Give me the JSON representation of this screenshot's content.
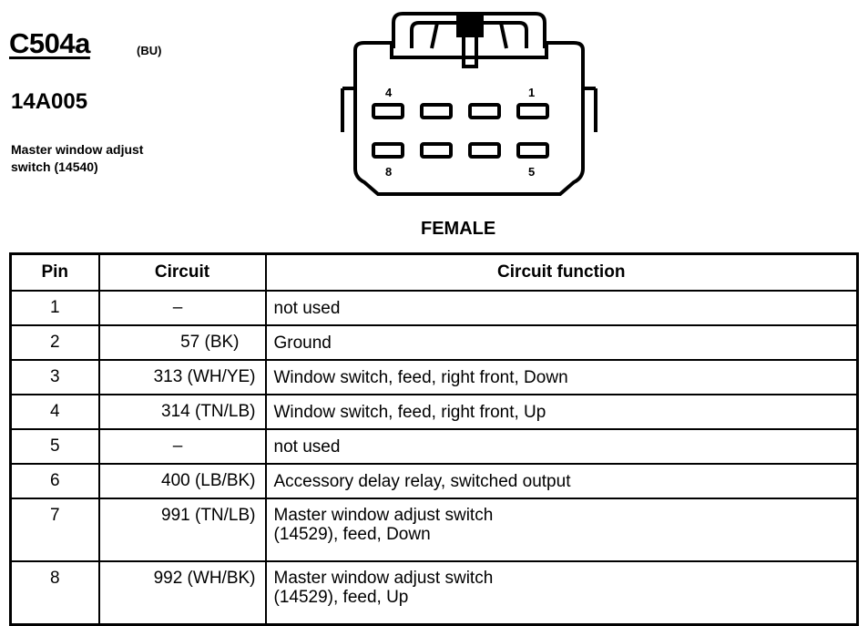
{
  "header": {
    "connector_id": "C504a",
    "color_code": "(BU)",
    "part_number": "14A005",
    "description_line1": "Master window adjust",
    "description_line2": "switch (14540)"
  },
  "diagram": {
    "pin_labels": {
      "top_left": "4",
      "top_right": "1",
      "bottom_left": "8",
      "bottom_right": "5"
    },
    "gender": "FEMALE"
  },
  "table": {
    "headers": {
      "pin": "Pin",
      "circuit": "Circuit",
      "function": "Circuit function"
    },
    "rows": [
      {
        "pin": "1",
        "circuit": "–",
        "function": "not used"
      },
      {
        "pin": "2",
        "circuit": "57 (BK)",
        "function": "Ground"
      },
      {
        "pin": "3",
        "circuit": "313 (WH/YE)",
        "function": "Window switch, feed, right front, Down"
      },
      {
        "pin": "4",
        "circuit": "314 (TN/LB)",
        "function": "Window switch, feed, right front, Up"
      },
      {
        "pin": "5",
        "circuit": "–",
        "function": "not used"
      },
      {
        "pin": "6",
        "circuit": "400 (LB/BK)",
        "function": "Accessory delay relay, switched output"
      },
      {
        "pin": "7",
        "circuit": "991 (TN/LB)",
        "function": "Master window adjust switch",
        "function_line2": "(14529), feed, Down"
      },
      {
        "pin": "8",
        "circuit": "992 (WH/BK)",
        "function": "Master window adjust switch",
        "function_line2": "(14529), feed, Up"
      }
    ]
  }
}
